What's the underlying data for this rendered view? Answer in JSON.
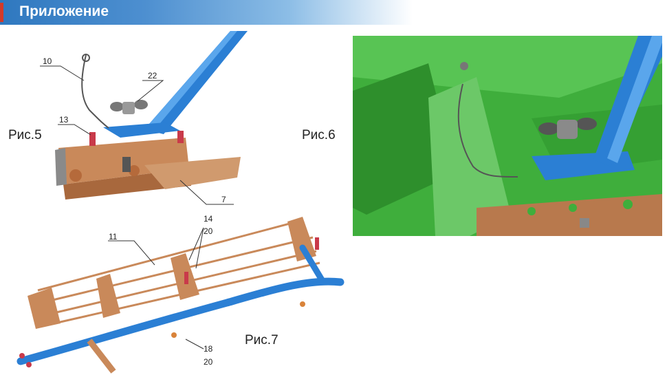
{
  "header": {
    "title": "Приложение"
  },
  "figures": {
    "fig5": "Рис.5",
    "fig6": "Рис.6",
    "fig7": "Рис.7"
  },
  "callouts": {
    "c10": "10",
    "c22": "22",
    "c13": "13",
    "c7": "7",
    "c14": "14",
    "c20a": "20",
    "c11": "11",
    "c18": "18",
    "c20b": "20"
  },
  "colors": {
    "header_blue": "#2f78bf",
    "accent_red": "#d23a2a",
    "frame_blue": "#2b7fd4",
    "bracket_brown": "#c9895a",
    "photo_green": "#3fae3c"
  }
}
